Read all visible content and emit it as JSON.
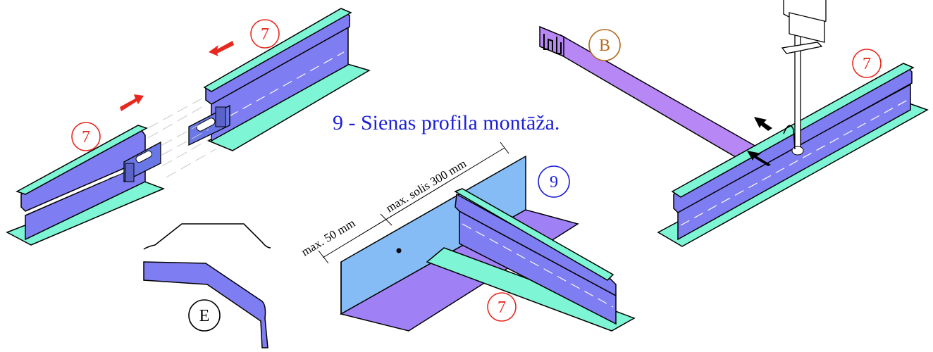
{
  "title": "9  - Sienas profila montāža.",
  "labels": {
    "seven": "7",
    "nine": "9",
    "b": "B",
    "e": "E"
  },
  "dimensions": {
    "max_pitch": "max. solis 300 mm",
    "max_edge": "max. 50 mm"
  },
  "colors": {
    "profile_web": "#7f7df2",
    "profile_flange": "#7ef5d4",
    "wall_angle_front": "#85bcf5",
    "wall_angle_floor": "#a080f5",
    "hanger_strip": "#b787f5",
    "clip": "#6a78e6",
    "label_red": "#e8281e",
    "label_blue": "#1b1fd6",
    "label_brown": "#b86a1c",
    "arrow_red": "#e8281e",
    "title_blue": "#1b1fd6"
  }
}
